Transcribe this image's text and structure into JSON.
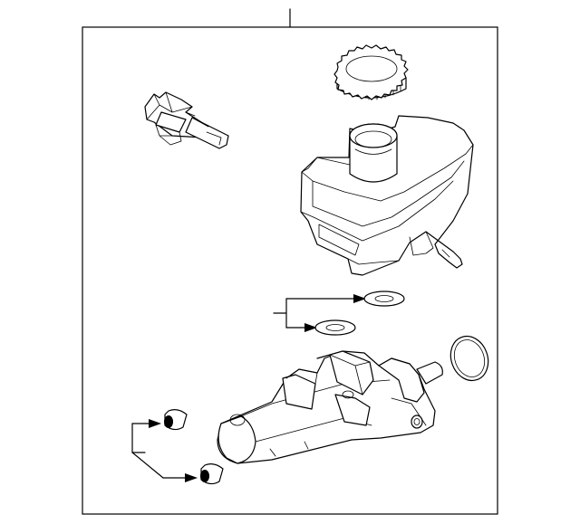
{
  "diagram": {
    "components": [
      {
        "name": "reservoir-cap"
      },
      {
        "name": "fluid-level-sensor"
      },
      {
        "name": "fluid-reservoir"
      },
      {
        "name": "grommet-seal-upper"
      },
      {
        "name": "grommet-seal-lower"
      },
      {
        "name": "o-ring"
      },
      {
        "name": "master-cylinder-body"
      },
      {
        "name": "port-plug-upper"
      },
      {
        "name": "port-plug-lower"
      }
    ],
    "callout_lines": 4
  }
}
